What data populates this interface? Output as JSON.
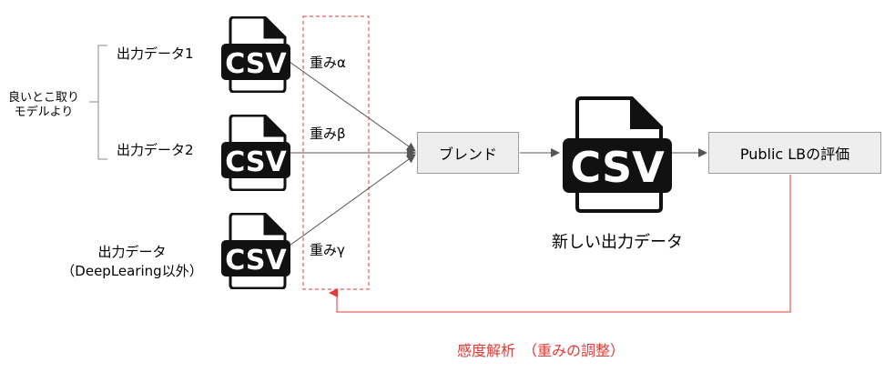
{
  "group_label": [
    "良いとこ取り",
    "モデルより"
  ],
  "inputs": [
    {
      "label": "出力データ1",
      "weight": "重みα"
    },
    {
      "label": "出力データ2",
      "weight": "重みβ"
    },
    {
      "label_line1": "出力データ",
      "label_line2": "（DeepLearing以外）",
      "weight": "重みγ"
    }
  ],
  "icon_text": "CSV",
  "blend_label": "ブレンド",
  "new_output_label": "新しい出力データ",
  "eval_label": "Public LBの評価",
  "feedback_label": "感度解析　（重みの調整）",
  "colors": {
    "feedback": "#e53935",
    "arrow": "#555555",
    "box_fill": "#eeeeee"
  }
}
